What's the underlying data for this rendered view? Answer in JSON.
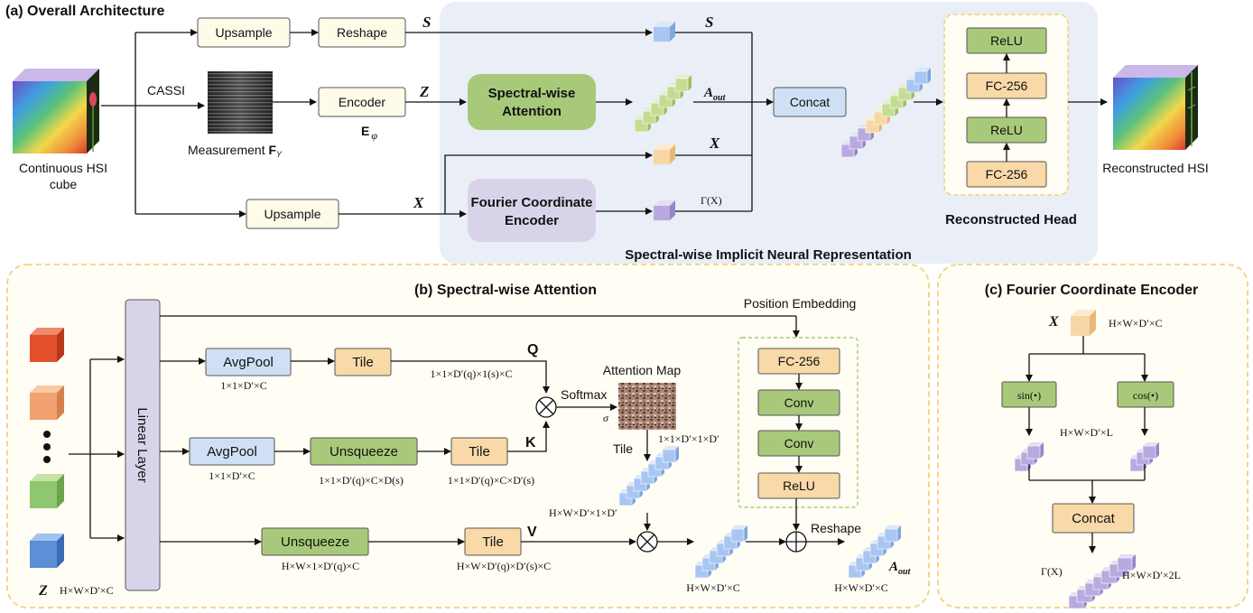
{
  "colors": {
    "panel_a_bg": "#e9eef7",
    "panel_border": "#f2d27a",
    "panel_bg": "#fffdf4",
    "cream": "#fffbe9",
    "green": "#a9c97a",
    "orange": "#f9d9a8",
    "blue": "#cfe0f4",
    "lavender": "#d9d3ea",
    "cube_purple": "#b8aadf",
    "cube_blue": "#a9c6f2",
    "cube_green": "#c4dd93",
    "cube_orange": "#f8d7a6"
  },
  "icons": [
    "hsi-cube-icon",
    "measurement-image-icon",
    "cube-icon",
    "token-stack-icon",
    "multiply-icon",
    "add-icon",
    "attention-map-icon"
  ],
  "panel_a": {
    "title": "(a) Overall Architecture",
    "inr_label": "Spectral-wise Implicit Neural Representation",
    "input_label_1": "Continuous HSI",
    "input_label_2": "cube",
    "cassi": "CASSI",
    "measurement": "Measurement",
    "measurement_sym": "F",
    "measurement_sub": "Y",
    "upsample_top": "Upsample",
    "reshape": "Reshape",
    "encoder": "Encoder",
    "encoder_sym": "E",
    "encoder_sub": "φ",
    "upsample_bottom": "Upsample",
    "spectral_attn_1": "Spectral-wise",
    "spectral_attn_2": "Attention",
    "fourier_1": "Fourier Coordinate",
    "fourier_2": "Encoder",
    "concat": "Concat",
    "sym_s": "S",
    "sym_z": "Z",
    "sym_x": "X",
    "sym_a": "A",
    "sym_a_sub": "out",
    "sym_gamma": "Γ(X)",
    "head_title": "Reconstructed Head",
    "head_layers": [
      "ReLU",
      "FC-256",
      "ReLU",
      "FC-256"
    ],
    "output_label": "Reconstructed HSI"
  },
  "panel_b": {
    "title": "(b) Spectral-wise Attention",
    "linear_layer": "Linear   Layer",
    "z_label": "Z",
    "z_dims": "H×W×D′×C",
    "avgpool1": "AvgPool",
    "avgpool1_dims": "1×1×D′×C",
    "tile1": "Tile",
    "tile1_dims": "1×1×D′(q)×1(s)×C",
    "q": "Q",
    "avgpool2": "AvgPool",
    "avgpool2_dims": "1×1×D′×C",
    "unsqueeze1": "Unsqueeze",
    "unsqueeze1_dims": "1×1×D′(q)×C×D(s)",
    "tile2": "Tile",
    "tile2_dims": "1×1×D′(q)×C×D′(s)",
    "k": "K",
    "unsqueeze2": "Unsqueeze",
    "unsqueeze2_dims": "H×W×1×D′(q)×C",
    "tile3": "Tile",
    "tile3_dims": "H×W×D′(q)×D′(s)×C",
    "v": "V",
    "softmax": "Softmax",
    "sigma": "σ",
    "attention_map": "Attention Map",
    "tile_label": "Tile",
    "attn_dims": "1×1×D′×1×D′",
    "tiled_dims": "H×W×D′×1×D′",
    "out_dims": "H×W×D′×C",
    "pos_embed_1": "Position",
    "pos_embed_2": "Embedding",
    "pe_layers": [
      "FC-256",
      "Conv",
      "Conv",
      "ReLU"
    ],
    "reshape": "Reshape",
    "a_out": "A",
    "a_out_sub": "out",
    "a_out_dims": "H×W×D′×C"
  },
  "panel_c": {
    "title": "(c) Fourier Coordinate Encoder",
    "x": "X",
    "x_dims": "H×W×D′×C",
    "sin": "sin(•)",
    "cos": "cos(•)",
    "l_dims": "H×W×D′×L",
    "concat": "Concat",
    "gamma": "Γ(X)",
    "out_dims": "H×W×D′×2L"
  }
}
